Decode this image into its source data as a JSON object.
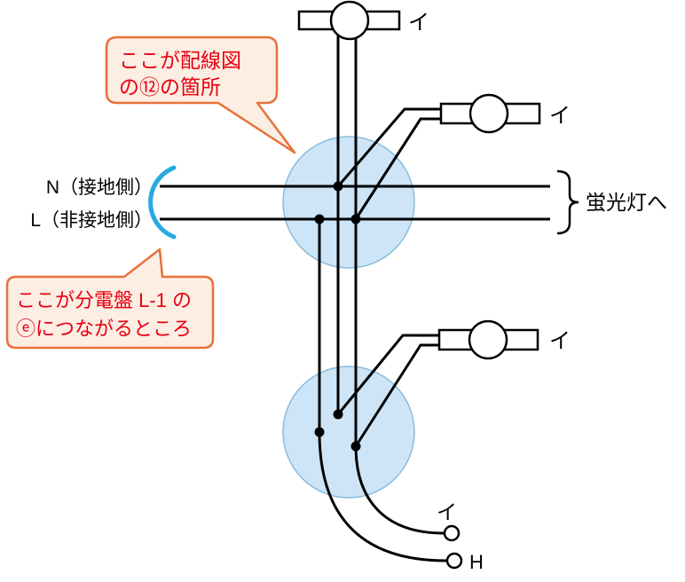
{
  "colors": {
    "wire": "#000000",
    "junction_box_fill": "#cde5f6",
    "junction_box_stroke": "#8abcdd",
    "callout_fill": "#fdeee3",
    "callout_stroke": "#e8713a",
    "callout_text_red": "#e60012",
    "arc_blue": "#29a9e1",
    "label_text": "#000000"
  },
  "labels": {
    "n_line": "N（接地側）",
    "l_line": "L（非接地側）",
    "to_fluorescent": "蛍光灯へ",
    "lamp_top": "イ",
    "lamp_right_upper": "イ",
    "lamp_right_lower": "イ",
    "switch_i": "イ",
    "switch_h": "H"
  },
  "callouts": {
    "wiring_point": {
      "line1": "ここが配線図",
      "line2": "の⑫の箇所"
    },
    "panel_connection": {
      "line1": "ここが分電盤 L-1 の",
      "line2": "ⓔにつながるところ"
    }
  }
}
